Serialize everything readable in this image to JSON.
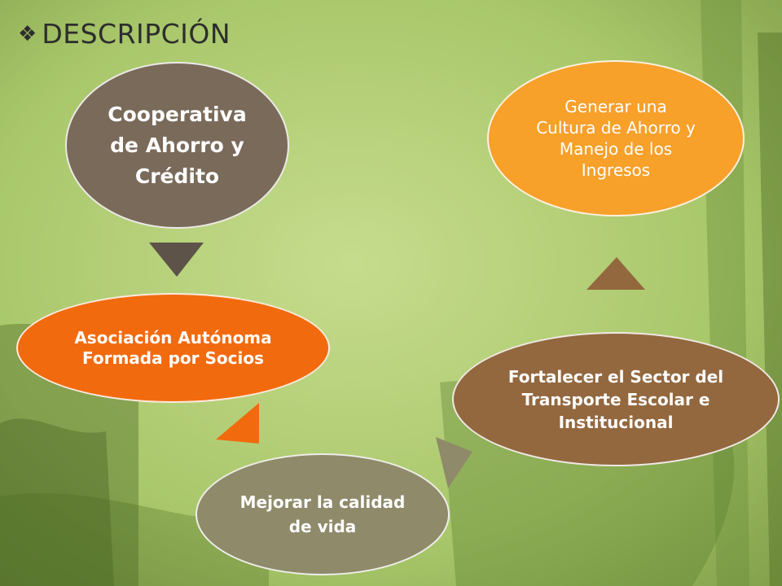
{
  "title": {
    "text": "DESCRIPCIÓN",
    "bullet_icon": "diamond-bullet-icon"
  },
  "nodes": [
    {
      "id": "n1",
      "label": "Cooperativa de Ahorro y Crédito",
      "color": "#7a6a5a"
    },
    {
      "id": "n2",
      "label": "Asociación Autónoma Formada por Socios",
      "color": "#f26a0e"
    },
    {
      "id": "n3",
      "label": "Mejorar la calidad de vida",
      "color": "#8f8a6a"
    },
    {
      "id": "n4",
      "label": "Fortalecer el Sector del Transporte Escolar e Institucional",
      "color": "#93683f"
    },
    {
      "id": "n5",
      "label": "Generar una Cultura de Ahorro y Manejo de los Ingresos",
      "color": "#f7a02a"
    }
  ],
  "arrows": [
    {
      "from": "n1",
      "to": "n2",
      "color": "#5e5348"
    },
    {
      "from": "n2",
      "to": "n3",
      "color": "#f26a0e"
    },
    {
      "from": "n3",
      "to": "n4",
      "color": "#8f8a6a"
    },
    {
      "from": "n4",
      "to": "n5",
      "color": "#93683f"
    }
  ],
  "colors": {
    "background": "#a9c76a",
    "title": "#2d2d2d"
  }
}
